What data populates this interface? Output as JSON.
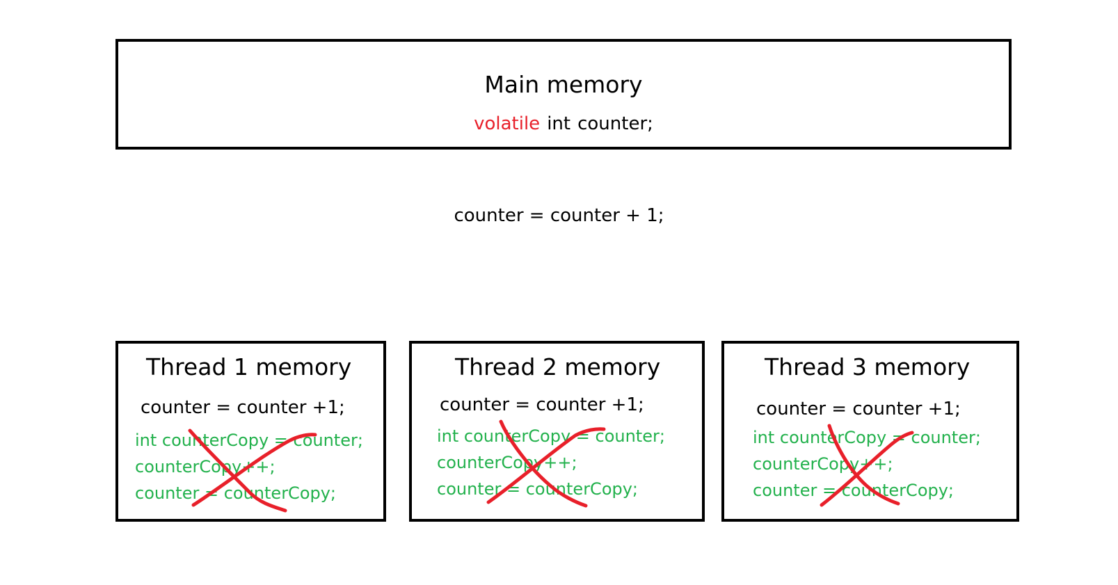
{
  "main_memory": {
    "title": "Main memory",
    "declaration": {
      "keyword_volatile": "volatile",
      "type": "int",
      "variable": "counter;"
    }
  },
  "middle_statement": "counter = counter + 1;",
  "threads": [
    {
      "title": "Thread 1 memory",
      "statement": "counter = counter +1;",
      "code_lines": [
        "int counterCopy = counter;",
        "counterCopy++;",
        "counter = counterCopy;"
      ]
    },
    {
      "title": "Thread 2 memory",
      "statement": "counter = counter +1;",
      "code_lines": [
        "int counterCopy = counter;",
        "counterCopy++;",
        "counter = counterCopy;"
      ]
    },
    {
      "title": "Thread 3 memory",
      "statement": "counter = counter +1;",
      "code_lines": [
        "int counterCopy = counter;",
        "counterCopy++;",
        "counter = counterCopy;"
      ]
    }
  ],
  "colors": {
    "volatile_keyword": "#e8202a",
    "crossed_code": "#22b14c",
    "cross_mark": "#e8202a",
    "box_border": "#000000"
  }
}
